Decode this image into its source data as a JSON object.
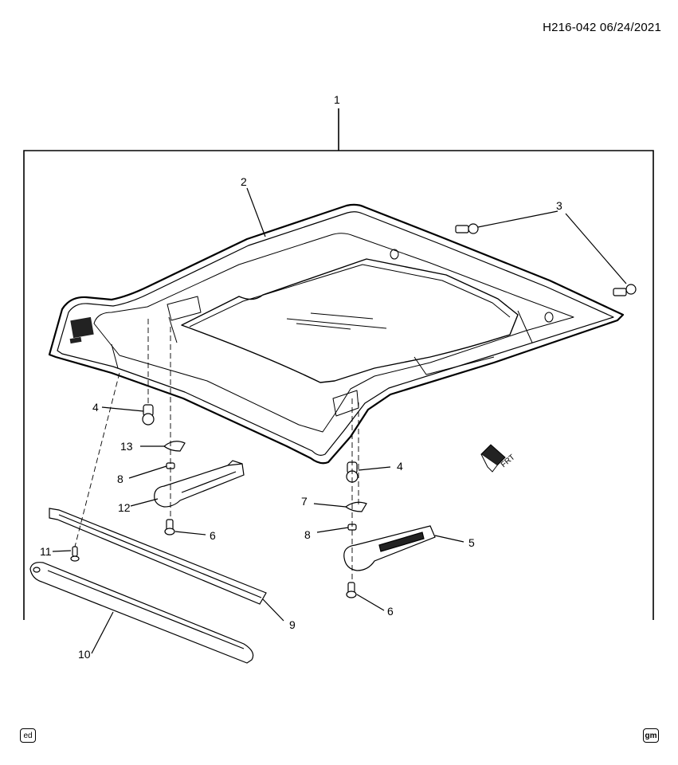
{
  "header": {
    "code": "H216-042 06/24/2021"
  },
  "callouts": {
    "c1": "1",
    "c2": "2",
    "c3": "3",
    "c4a": "4",
    "c4b": "4",
    "c5": "5",
    "c6a": "6",
    "c6b": "6",
    "c7": "7",
    "c8a": "8",
    "c8b": "8",
    "c9": "9",
    "c10": "10",
    "c11": "11",
    "c12": "12",
    "c13": "13"
  },
  "front_indicator": "FRT",
  "badges": {
    "left": "ed",
    "right": "gm"
  }
}
